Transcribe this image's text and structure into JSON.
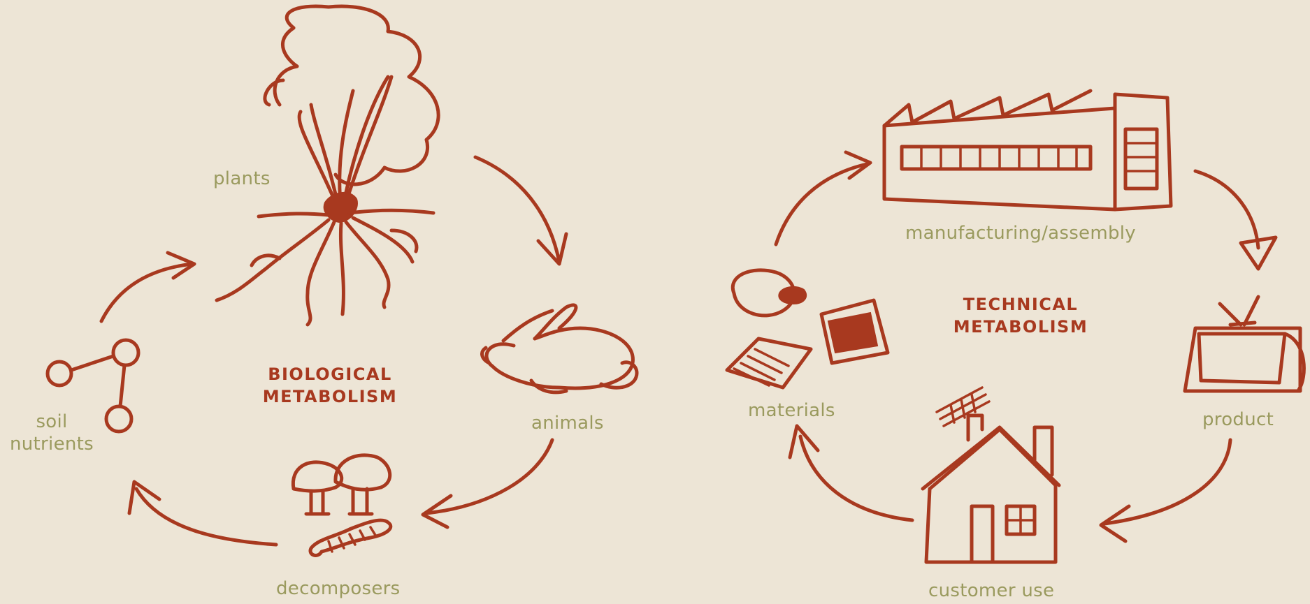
{
  "colors": {
    "background": "#ede5d6",
    "sketch": "#a8391f",
    "label": "#9a9a5e"
  },
  "biological": {
    "title_line1": "BIOLOGICAL",
    "title_line2": "METABOLISM",
    "nodes": {
      "plants": "plants",
      "animals": "animals",
      "decomposers": "decomposers",
      "soil_line1": "soil",
      "soil_line2": "nutrients"
    }
  },
  "technical": {
    "title_line1": "TECHNICAL",
    "title_line2": "METABOLISM",
    "nodes": {
      "manufacturing": "manufacturing/assembly",
      "product": "product",
      "customer_use": "customer use",
      "materials": "materials"
    }
  }
}
